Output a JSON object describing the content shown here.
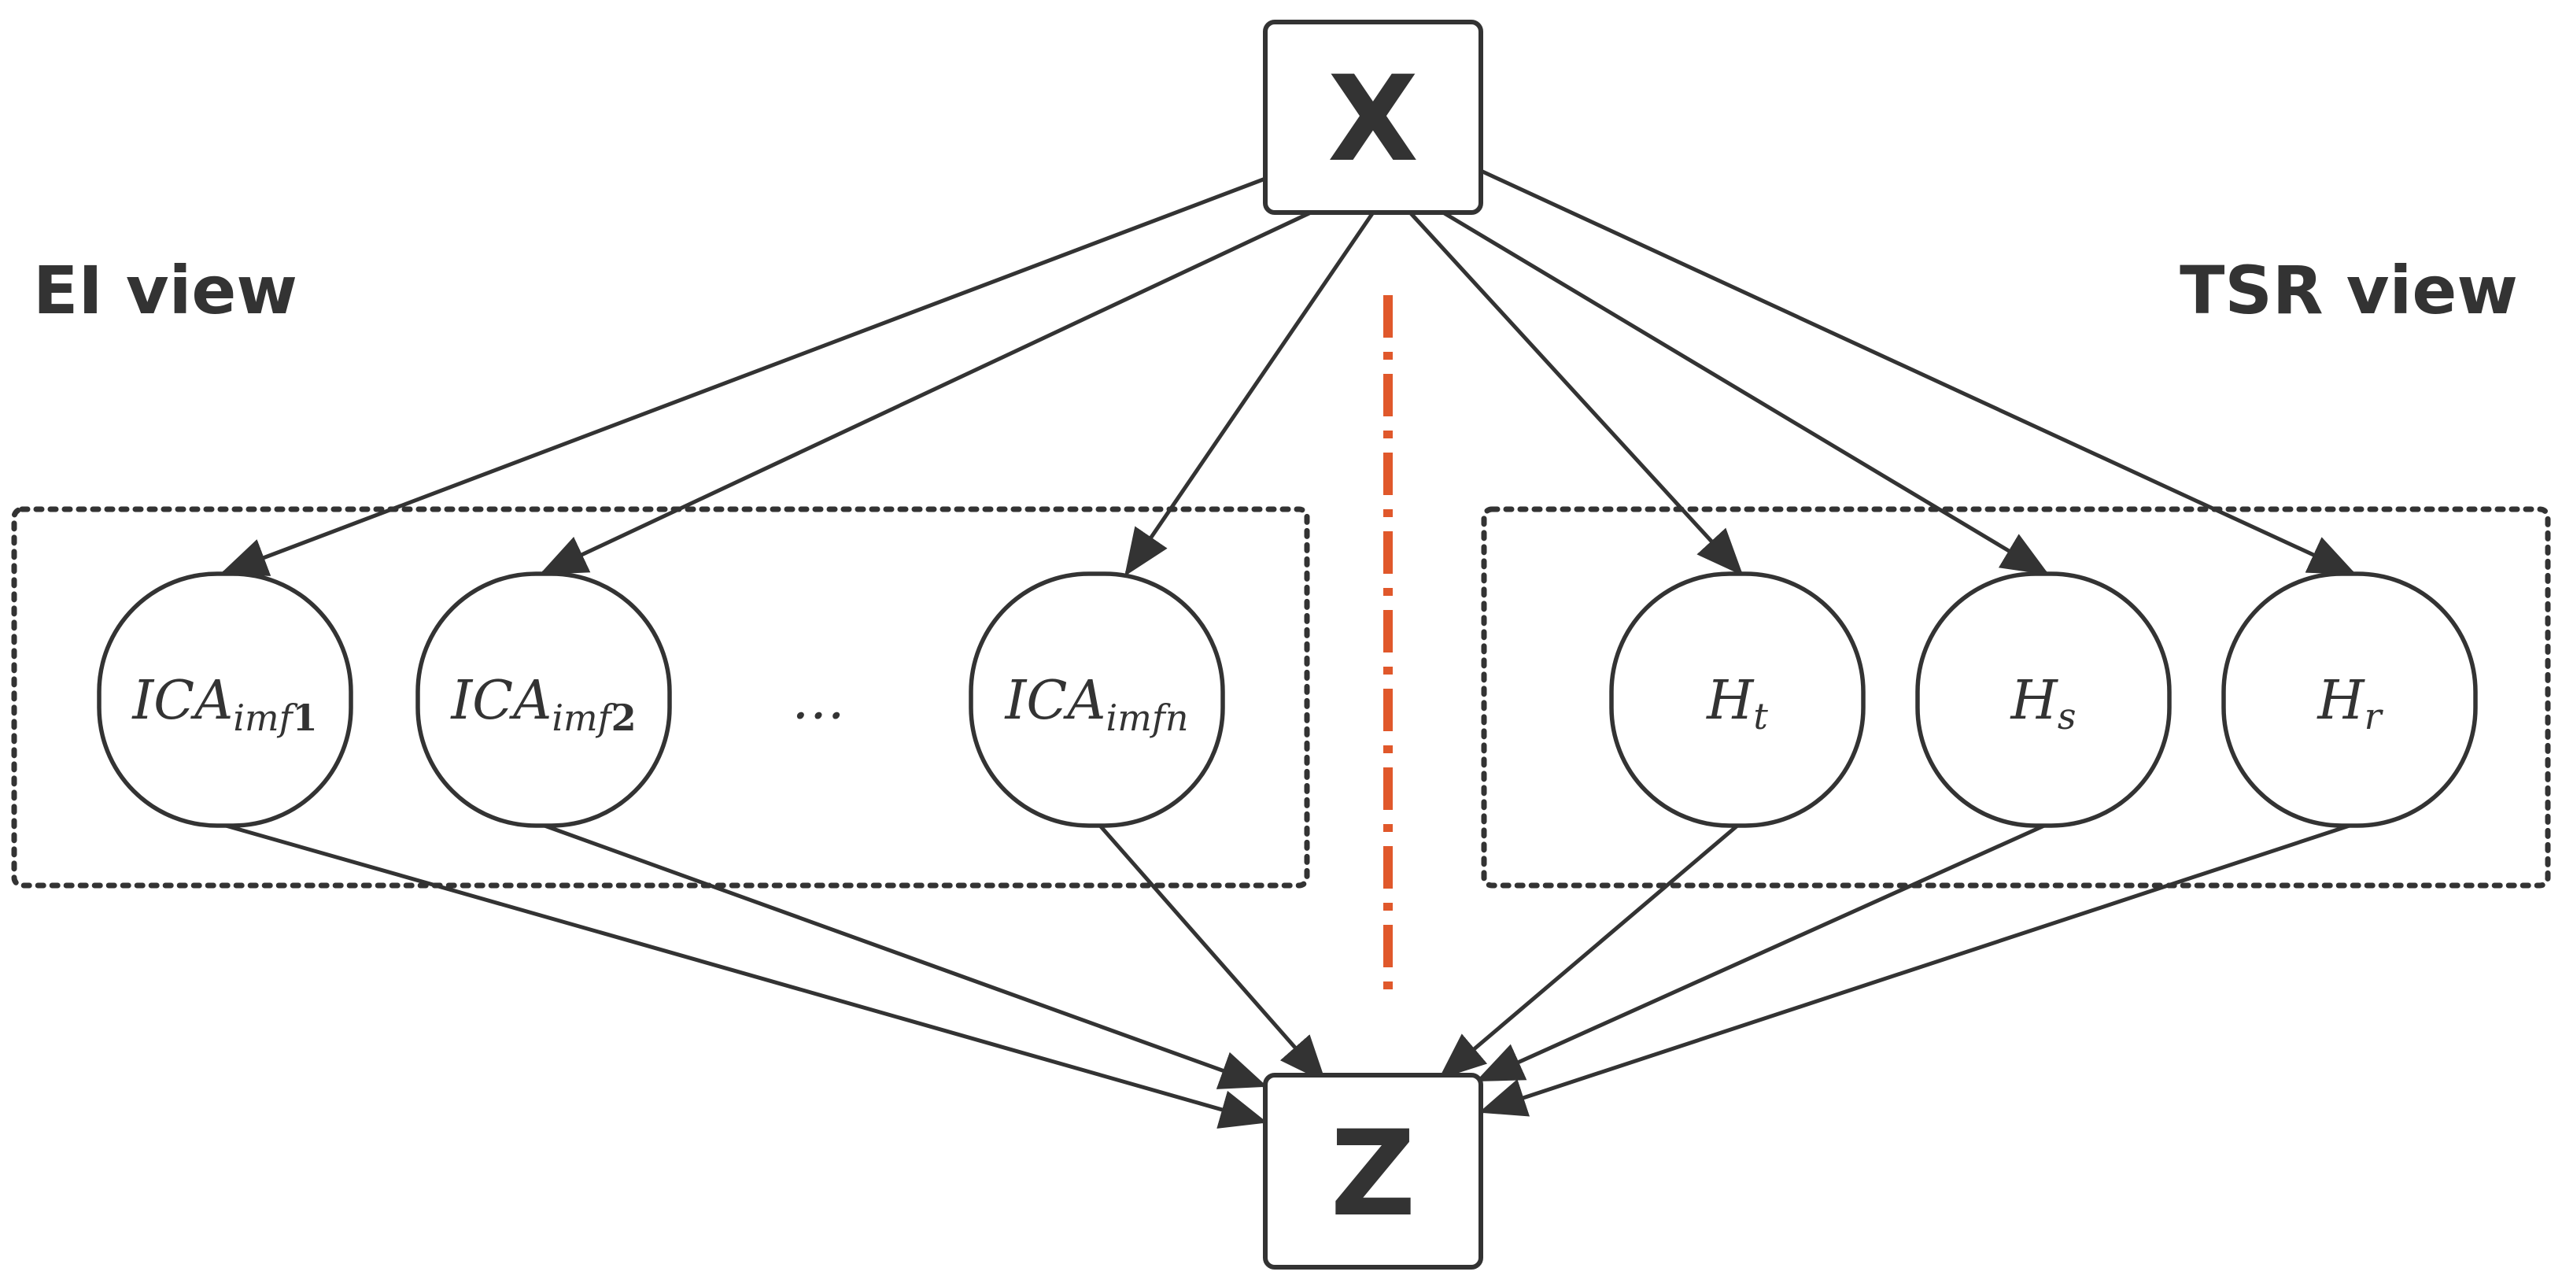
{
  "nodes": {
    "x": "X",
    "z": "Z"
  },
  "views": {
    "left": "EI view",
    "right": "TSR view"
  },
  "ei_nodes": [
    {
      "base": "ICA",
      "sub": "imf",
      "sub_bold": "1"
    },
    {
      "base": "ICA",
      "sub": "imf",
      "sub_bold": "2"
    },
    {
      "base": "…",
      "sub": "",
      "sub_bold": ""
    },
    {
      "base": "ICA",
      "sub": "imfn",
      "sub_bold": ""
    }
  ],
  "tsr_nodes": [
    {
      "base": "H",
      "sub": "t",
      "sub_bold": ""
    },
    {
      "base": "H",
      "sub": "s",
      "sub_bold": ""
    },
    {
      "base": "H",
      "sub": "r",
      "sub_bold": ""
    }
  ],
  "colors": {
    "stroke": "#333333",
    "separator": "#E0582B",
    "background": "#FFFFFF"
  }
}
